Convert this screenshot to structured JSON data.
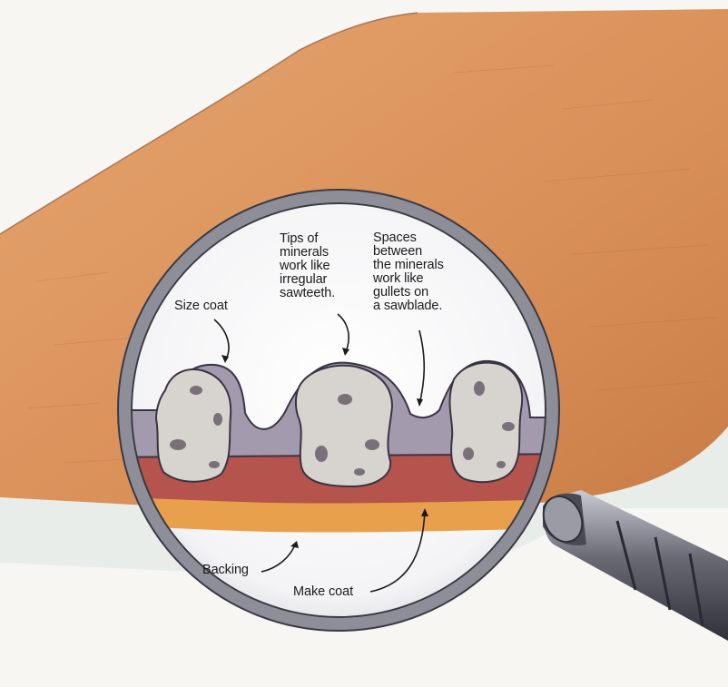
{
  "labels": {
    "size_coat": "Size coat",
    "tips": "Tips of\nminerals\nwork like\nirregular\nsawteeth.",
    "spaces": "Spaces\nbetween\nthe minerals\nwork like\ngullets on\na sawblade.",
    "backing": "Backing",
    "make_coat": "Make coat"
  },
  "colors": {
    "sandpaper": "#d98f58",
    "size_coat": "#a39aae",
    "make_coat": "#b4544c",
    "backing": "#e9a04c",
    "mineral": "#d7d3cf",
    "lens_rim": "#8e8e98",
    "handle": "#6f6f78"
  }
}
